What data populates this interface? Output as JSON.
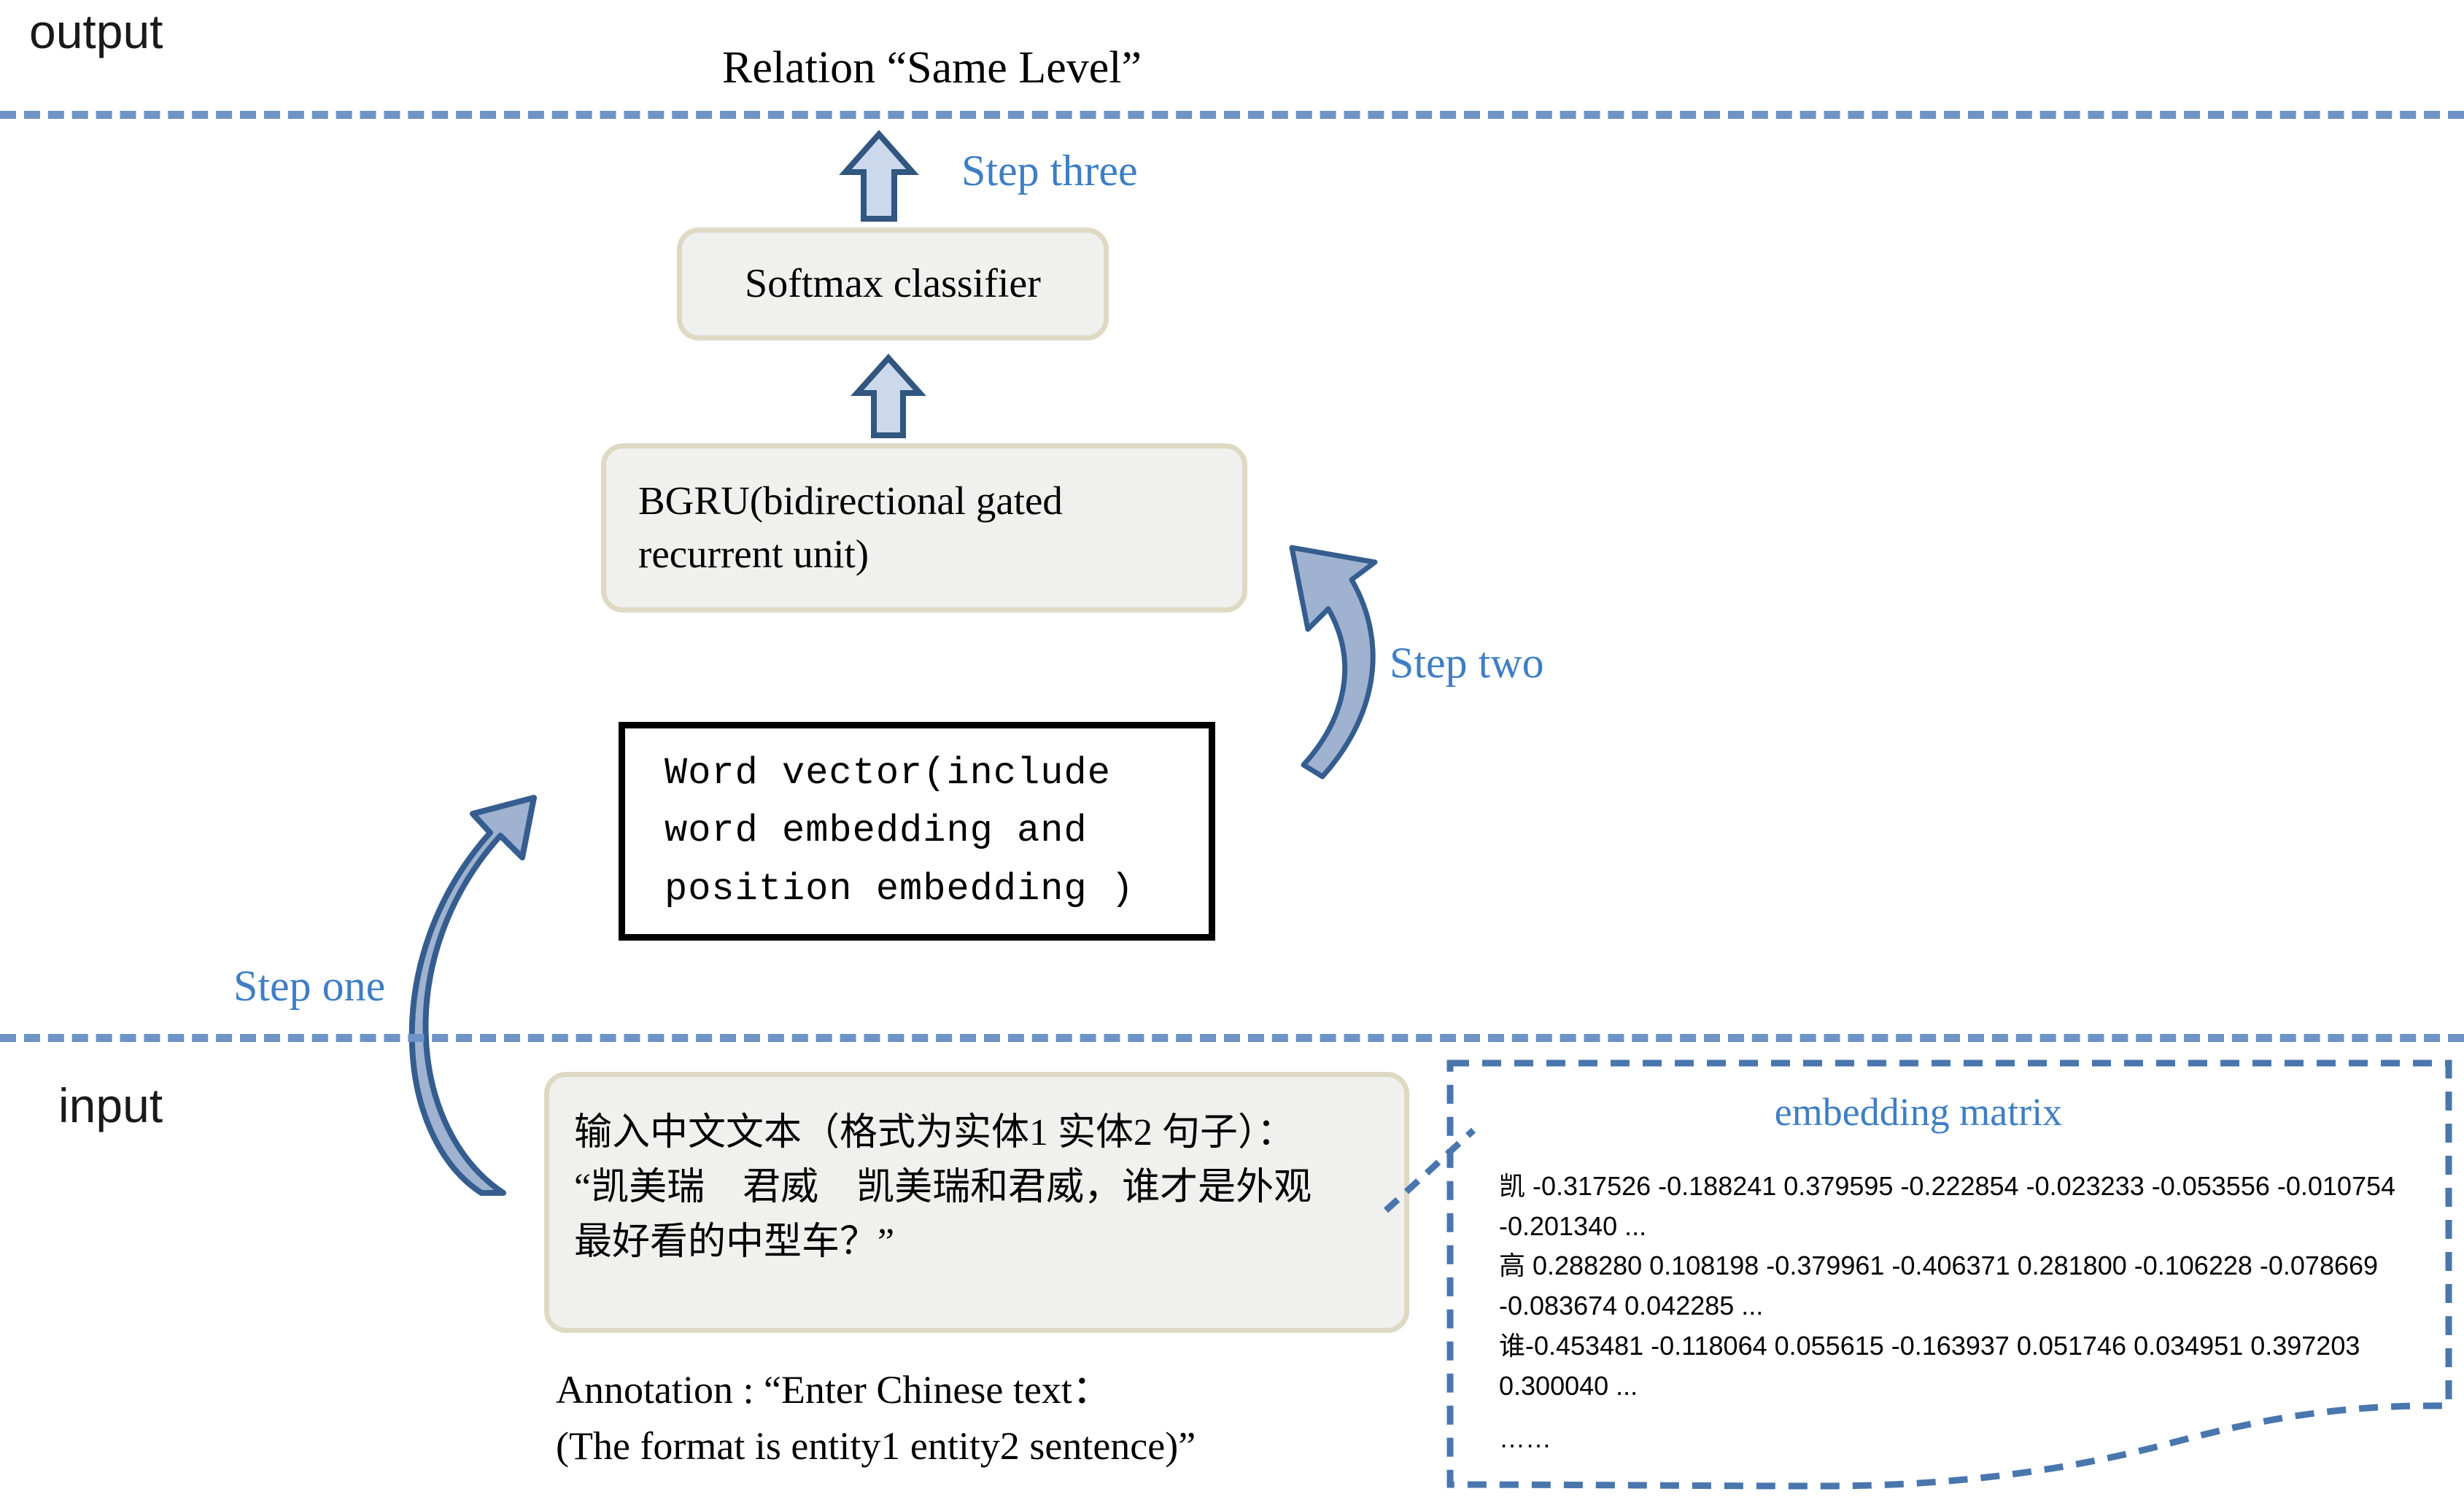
{
  "labels": {
    "output": "output",
    "input": "input"
  },
  "output_section": {
    "relation_text": "Relation “Same Level”"
  },
  "steps": {
    "step_one": "Step one",
    "step_two": "Step two",
    "step_three": "Step three"
  },
  "boxes": {
    "softmax": "Softmax classifier",
    "bgru": "BGRU(bidirectional gated recurrent unit)",
    "word_vector": "Word vector(include word embedding and position embedding )",
    "chinese_input": "输入中文文本（格式为实体1 实体2 句子）：\n“凯美瑞　君威　凯美瑞和君威，谁才是外观\n最好看的中型车？”"
  },
  "annotation": {
    "text": "Annotation : “Enter Chinese text：\n(The format is entity1 entity2  sentence)”"
  },
  "embedding_matrix": {
    "title": "embedding matrix",
    "rows": [
      "凯 -0.317526 -0.188241 0.379595 -0.222854 -0.023233 -0.053556 -0.010754 -0.201340 ...",
      "高 0.288280 0.108198 -0.379961 -0.406371 0.281800 -0.106228 -0.078669 -0.083674 0.042285 ...",
      "谁-0.453481 -0.118064 0.055615 -0.163937 0.051746 0.034951 0.397203 0.300040 ...",
      "……"
    ]
  },
  "colors": {
    "accent_blue": "#3f7ec4",
    "divider_blue": "#6f93c6",
    "arrow_fill": "#ccd9ec",
    "arrow_stroke": "#31567f",
    "box_border": "#ddd9c3",
    "box_fill": "#f0f0ee",
    "curve_fill": "#9fb2d0",
    "curve_stroke": "#355d8f"
  }
}
